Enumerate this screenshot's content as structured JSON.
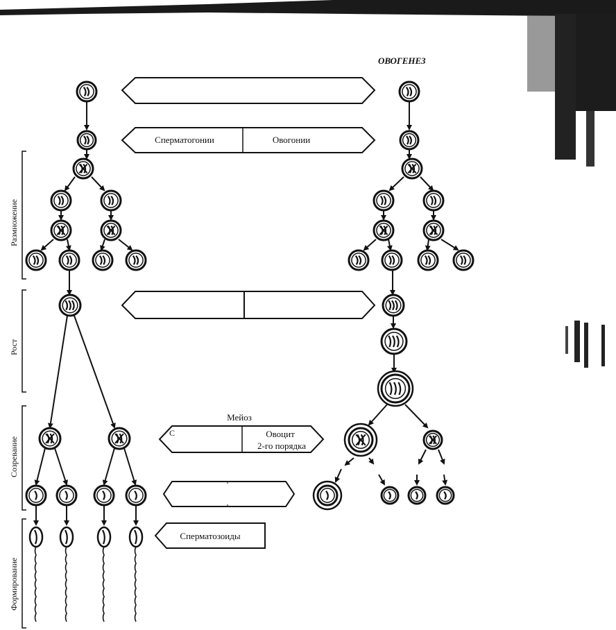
{
  "diagram": {
    "title": "ОВОГЕНЕЗ",
    "stages": {
      "reproduction": "Размножение",
      "growth": "Рост",
      "maturation": "Созревание",
      "formation": "Формирование"
    },
    "boxes": {
      "spermatogonia": "Сперматогонии",
      "oogonia": "Овогонии",
      "meiosis": "Мейоз",
      "first_order_prefix": "С",
      "oocyte_line1": "Овоцит",
      "oocyte_line2": "2-го  порядка",
      "spermatozoa": "Сперматозоиды"
    }
  }
}
